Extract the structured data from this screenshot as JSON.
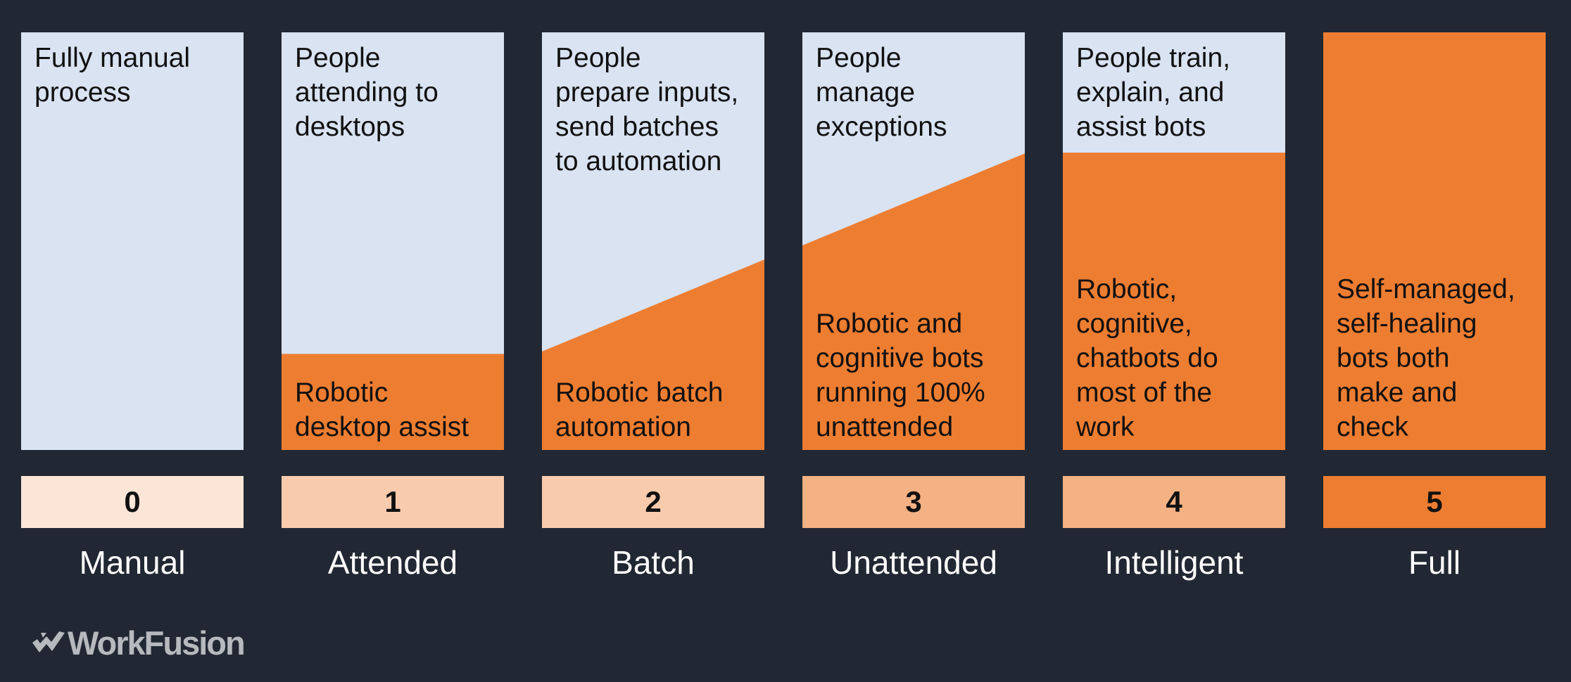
{
  "colors": {
    "background": "#212833",
    "people": "#d9e3f2",
    "robot": "#ed7d31",
    "logo": "#b6babf"
  },
  "levels": [
    {
      "number": "0",
      "name": "Manual",
      "people_lines": [
        "Fully manual",
        "process"
      ],
      "robot_lines": [],
      "automation_share_left": 0,
      "automation_share_right": 0,
      "box_color": "#fbe5d7"
    },
    {
      "number": "1",
      "name": "Attended",
      "people_lines": [
        "People",
        "attending to",
        "desktops"
      ],
      "robot_lines": [
        "Robotic",
        "desktop assist"
      ],
      "automation_share_left": 0.23,
      "automation_share_right": 0.23,
      "box_color": "#f8cbad"
    },
    {
      "number": "2",
      "name": "Batch",
      "people_lines": [
        "People",
        "prepare inputs,",
        "send batches",
        "to automation"
      ],
      "robot_lines": [
        "Robotic batch",
        "automation"
      ],
      "automation_share_left": 0.236,
      "automation_share_right": 0.456,
      "box_color": "#f8cbad"
    },
    {
      "number": "3",
      "name": "Unattended",
      "people_lines": [
        "People",
        "manage",
        "exceptions"
      ],
      "robot_lines": [
        "Robotic and",
        "cognitive bots",
        "running 100%",
        "unattended"
      ],
      "automation_share_left": 0.49,
      "automation_share_right": 0.71,
      "box_color": "#f4b183"
    },
    {
      "number": "4",
      "name": "Intelligent",
      "people_lines": [
        "People train,",
        "explain, and",
        "assist bots"
      ],
      "robot_lines": [
        "Robotic,",
        "cognitive,",
        "chatbots do",
        "most of the",
        "work"
      ],
      "automation_share_left": 0.712,
      "automation_share_right": 0.712,
      "box_color": "#f4b183"
    },
    {
      "number": "5",
      "name": "Full",
      "people_lines": [],
      "robot_lines": [
        "Self-managed,",
        "self-healing",
        "bots both",
        "make and",
        "check"
      ],
      "automation_share_left": 1,
      "automation_share_right": 1,
      "box_color": "#ed7d31"
    }
  ],
  "logo": {
    "text": "WorkFusion",
    "icon": "workfusion-check-logo-icon"
  }
}
